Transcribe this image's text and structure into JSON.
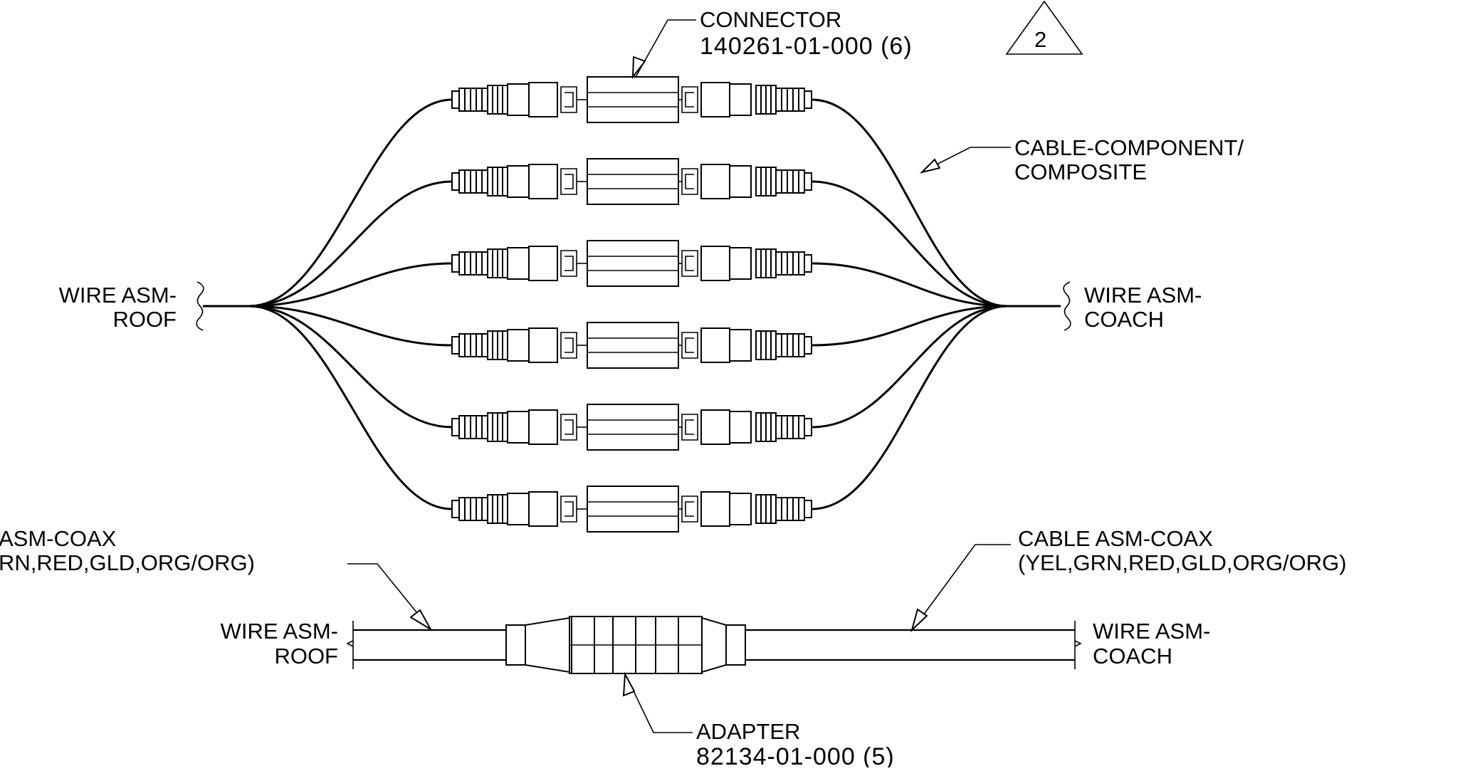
{
  "labels": {
    "connector_name": "CONNECTOR",
    "connector_part": "140261-01-000 (6)",
    "revision_flag": "2",
    "cable_component_line1": "CABLE-COMPONENT/",
    "cable_component_line2": "COMPOSITE",
    "roof_top_line1": "WIRE ASM-",
    "roof_top_line2": "ROOF",
    "coach_top_line1": "WIRE ASM-",
    "coach_top_line2": "COACH",
    "coax_left_line1": "ASM-COAX",
    "coax_left_line2": "RN,RED,GLD,ORG/ORG)",
    "coax_right_line1": "CABLE ASM-COAX",
    "coax_right_line2": "(YEL,GRN,RED,GLD,ORG/ORG)",
    "roof_bottom_line1": "WIRE ASM-",
    "roof_bottom_line2": "ROOF",
    "coach_bottom_line1": "WIRE ASM-",
    "coach_bottom_line2": "COACH",
    "adapter_name": "ADAPTER",
    "adapter_part": "82134-01-000 (5)"
  },
  "connector_count": 6,
  "colors": {
    "ink": "#000000",
    "background": "#ffffff"
  }
}
